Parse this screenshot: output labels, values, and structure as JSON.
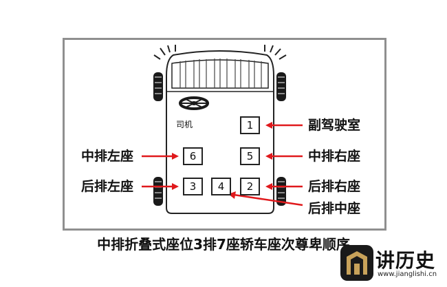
{
  "seats": [
    {
      "number": "1",
      "label": "副驾驶室"
    },
    {
      "number": "6",
      "label": "中排左座"
    },
    {
      "number": "5",
      "label": "中排右座"
    },
    {
      "number": "3",
      "label": "后排左座"
    },
    {
      "number": "4",
      "label": "后排中座"
    },
    {
      "number": "2",
      "label": "后排右座"
    }
  ],
  "driver_label": "司机",
  "caption": "中排折叠式座位3排7座轿车座次尊卑顺序",
  "brand": {
    "name": "讲历史",
    "url": "www.jianglishi.cn"
  },
  "colors": {
    "arrow": "#e0191c",
    "frame": "#8f8f8f",
    "ink": "#111111"
  }
}
